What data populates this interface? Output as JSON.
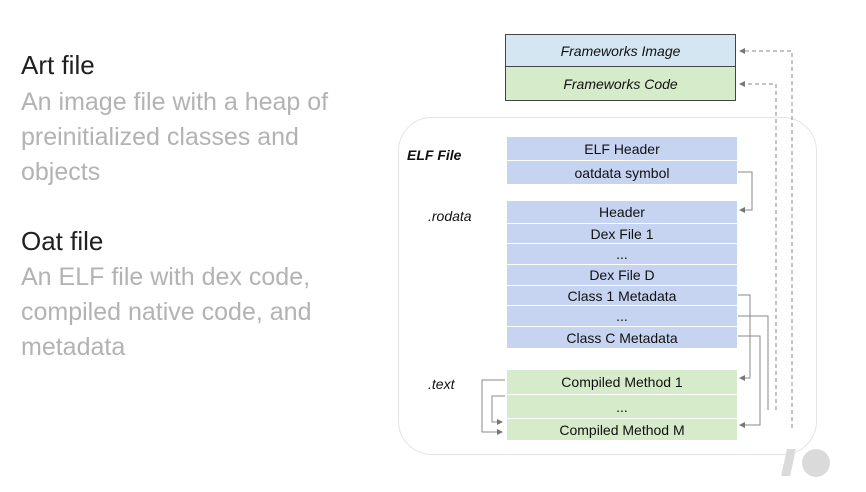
{
  "text_panel": {
    "art_title": "Art file",
    "art_description": "An image file with a heap of preinitialized classes and objects",
    "oat_title": "Oat file",
    "oat_description": "An ELF file with dex code, compiled native code, and metadata"
  },
  "frameworks": {
    "image_label": "Frameworks Image",
    "code_label": "Frameworks Code"
  },
  "sections": {
    "elf_label": "ELF File",
    "rodata_label": ".rodata",
    "text_label": ".text"
  },
  "elf_rows": [
    "ELF Header",
    "oatdata symbol"
  ],
  "rodata_rows": [
    "Header",
    "Dex File 1",
    "...",
    "Dex File D",
    "Class 1 Metadata",
    "...",
    "Class C Metadata"
  ],
  "text_rows": [
    "Compiled Method 1",
    "...",
    "Compiled Method M"
  ],
  "colors": {
    "frameworks_image": "#d4e6f2",
    "frameworks_code": "#d5ebc9",
    "elf_rodata": "#c6d4f2",
    "text_section": "#d5ebc9"
  },
  "logo": "google-io-logo"
}
